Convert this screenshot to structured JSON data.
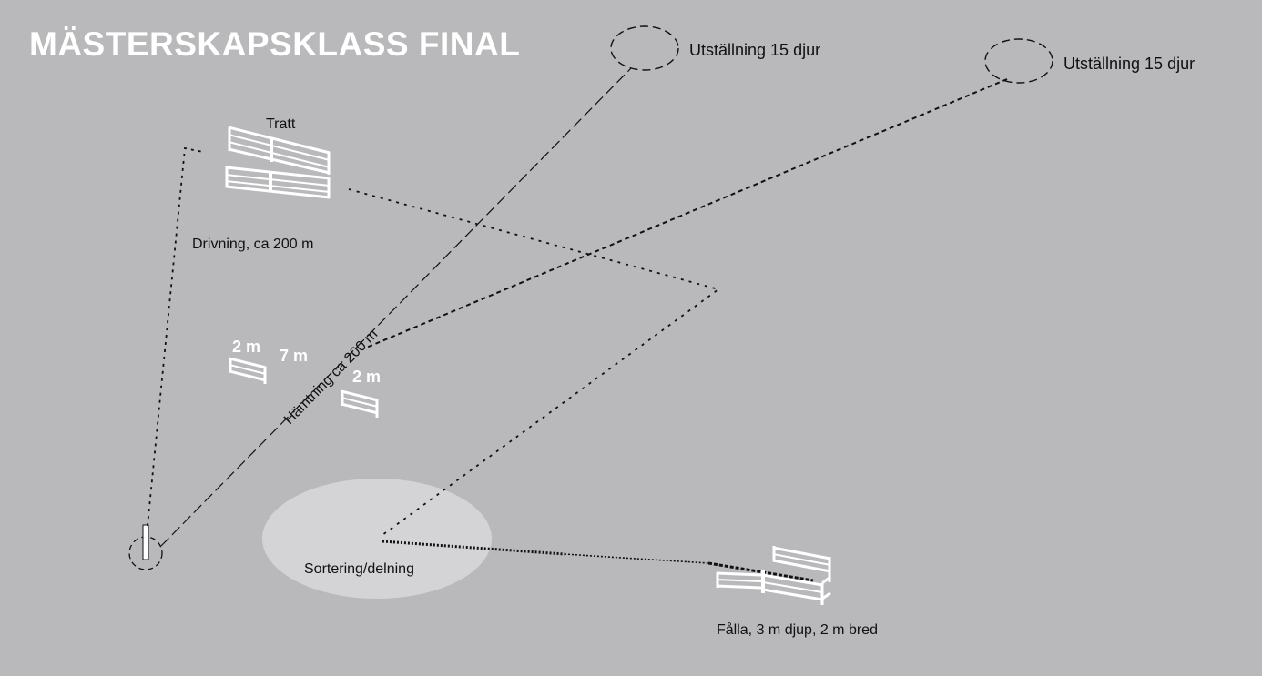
{
  "title": "MÄSTERSKAPSKLASS FINAL",
  "labels": {
    "exhibition_1": "Utställning 15 djur",
    "exhibition_2": "Utställning 15 djur",
    "funnel": "Tratt",
    "drive": "Drivning, ca 200 m",
    "fetch": "Hämtning ca 200 m",
    "gate_left_width": "2 m",
    "gate_gap": "7 m",
    "gate_right_width": "2 m",
    "sorting": "Sortering/delning",
    "pen": "Fålla, 3 m djup, 2 m bred"
  },
  "colors": {
    "background": "#b9b9bb",
    "sorting_area": "#d4d4d6",
    "fence": "#ffffff",
    "line": "#111111"
  }
}
